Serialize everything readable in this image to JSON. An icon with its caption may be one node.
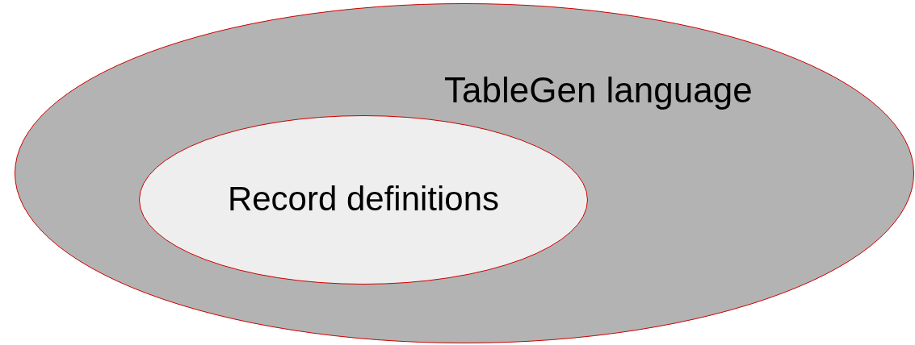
{
  "diagram": {
    "nodes": [
      {
        "text": [
          "TableGen language"
        ]
      },
      {
        "text": [
          "Record definitions"
        ],
        "in": 0
      }
    ]
  }
}
